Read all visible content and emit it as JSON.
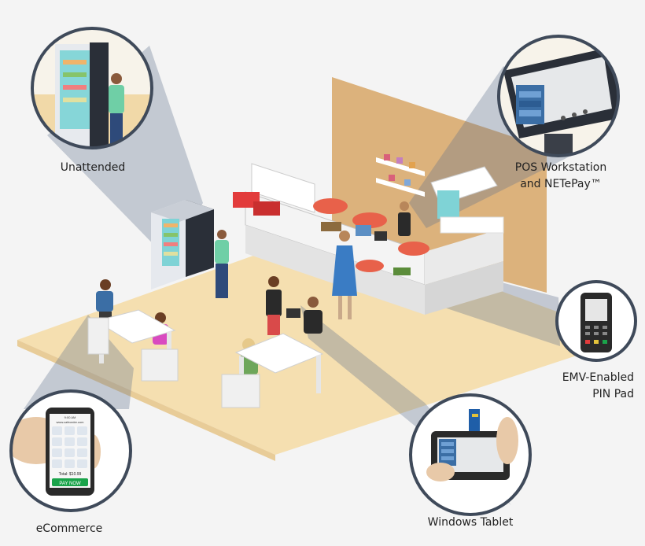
{
  "labels": {
    "unattended": "Unattended",
    "pos_line1": "POS Workstation",
    "pos_line2": "and NETePay™",
    "emv_line1": "EMV-Enabled",
    "emv_line2": "PIN Pad",
    "windows_tablet": "Windows Tablet",
    "ecommerce": "eCommerce"
  },
  "phone": {
    "status_left": "••••",
    "status_time": "9:00 AM",
    "url": "www.cafeorder.com",
    "total": "Total: $10.99",
    "pay_button": "PAY NOW"
  },
  "colors": {
    "floor": "#f5dfb0",
    "wall": "#dcb27c",
    "beam": "#8a9bb3",
    "circle_border": "#3f4a5a",
    "pay_green": "#1aa34a",
    "screen_blue": "#3b6ea5"
  }
}
